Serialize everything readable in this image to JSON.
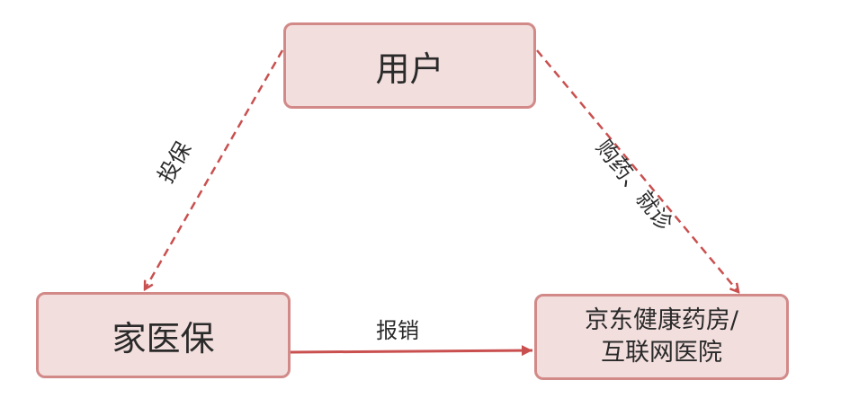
{
  "nodes": {
    "user": "用户",
    "family_insurance": "家医保",
    "jd_line1": "京东健康药房/",
    "jd_line2": "互联网医院"
  },
  "edges": {
    "insure": "投保",
    "buy_visit": "购药、就诊",
    "reimburse": "报销"
  },
  "colors": {
    "box_fill": "#f2dedd",
    "box_border": "#d28a89",
    "arrow": "#c9504f"
  }
}
